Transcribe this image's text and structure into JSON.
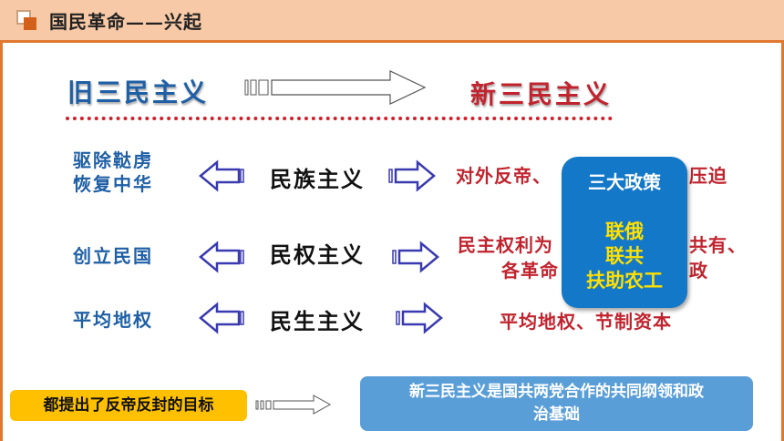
{
  "header": {
    "title": "国民革命——兴起"
  },
  "transition": {
    "old": "旧三民主义",
    "new": "新三民主义"
  },
  "rows": [
    {
      "left_line1": "驱除鞑虏",
      "left_line2": "恢复中华",
      "middle": "民族主义",
      "right_line1": "对外反帝、",
      "right_line1b": "压迫"
    },
    {
      "left_line1": "创立民国",
      "middle": "民权主义",
      "right_line1": "民主权利为",
      "right_line1b": "共有、",
      "right_line2": "各革命",
      "right_line2b": "政"
    },
    {
      "left_line1": "平均地权",
      "middle": "民生主义",
      "right_line1": "平均地权、节制资本"
    }
  ],
  "policies": {
    "title": "三大政策",
    "items": [
      "联俄",
      "联共",
      "扶助农工"
    ]
  },
  "notes": {
    "yellow": "都提出了反帝反封的目标",
    "blue_line1": "新三民主义是国共两党合作的共同纲领和政",
    "blue_line2": "治基础"
  },
  "colors": {
    "blue": "#1f5fa5",
    "red": "#c0242e",
    "header_bg": "#f7c9a6",
    "accent": "#e07830",
    "policy_box": "#1478c8",
    "policy_items": "#ffe000",
    "yellow_note": "#ffc000",
    "blue_note": "#5a9ed8"
  },
  "icons": [
    "logo-squares-icon",
    "big-right-arrow-icon",
    "double-headed-left-arrow-icon",
    "double-headed-right-arrow-icon",
    "small-right-arrow-icon"
  ]
}
